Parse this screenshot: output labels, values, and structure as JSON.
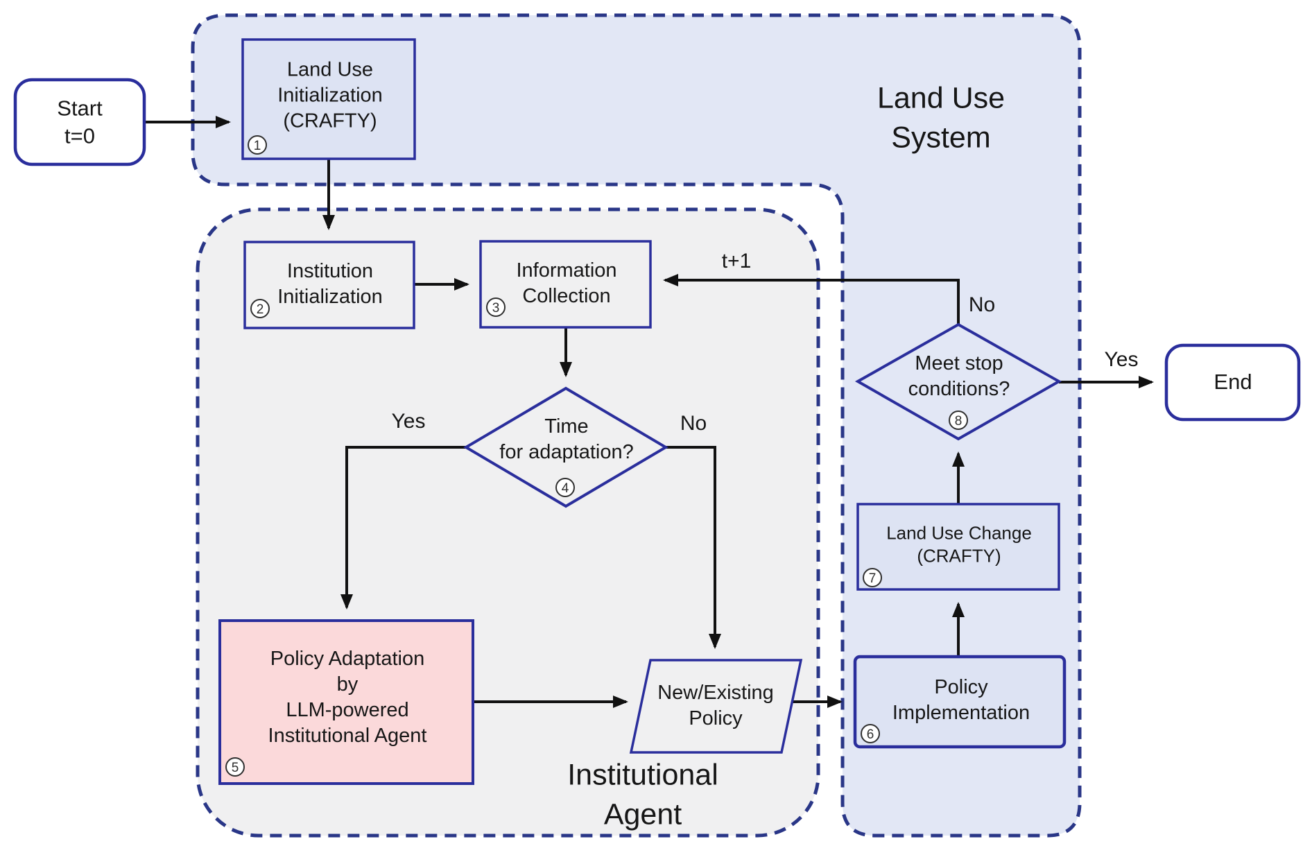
{
  "title": "Land use simulation flowchart",
  "regions": {
    "land_use_system": {
      "label": "Land Use\nSystem"
    },
    "institutional_agent": {
      "label": "Institutional\nAgent"
    }
  },
  "nodes": {
    "start": {
      "label": "Start\nt=0"
    },
    "land_use_initialization": {
      "label": "Land Use\nInitialization\n(CRAFTY)",
      "step": "1"
    },
    "institution_initialization": {
      "label": "Institution\nInitialization",
      "step": "2"
    },
    "information_collection": {
      "label": "Information\nCollection",
      "step": "3"
    },
    "time_for_adaptation": {
      "label": "Time\nfor adaptation?",
      "step": "4"
    },
    "policy_adaptation": {
      "label": "Policy Adaptation\nby\nLLM-powered\nInstitutional Agent",
      "step": "5"
    },
    "new_existing_policy": {
      "label": "New/Existing\nPolicy"
    },
    "policy_implementation": {
      "label": "Policy\nImplementation",
      "step": "6"
    },
    "land_use_change": {
      "label": "Land Use Change\n(CRAFTY)",
      "step": "7"
    },
    "meet_stop_conditions": {
      "label": "Meet stop\nconditions?",
      "step": "8"
    },
    "end": {
      "label": "End"
    }
  },
  "edge_labels": {
    "adaptation_yes": "Yes",
    "adaptation_no": "No",
    "t_plus_1": "t+1",
    "stop_no": "No",
    "stop_yes": "Yes"
  },
  "colors": {
    "region_blue_fill": "#e2e7f5",
    "region_gray_fill": "#f0f0f1",
    "box_blue_fill": "#dde3f3",
    "box_pink_fill": "#fbd9da",
    "shape_border": "#2a2e9c",
    "region_border": "#293687",
    "arrow": "#111111",
    "text": "#161616"
  }
}
